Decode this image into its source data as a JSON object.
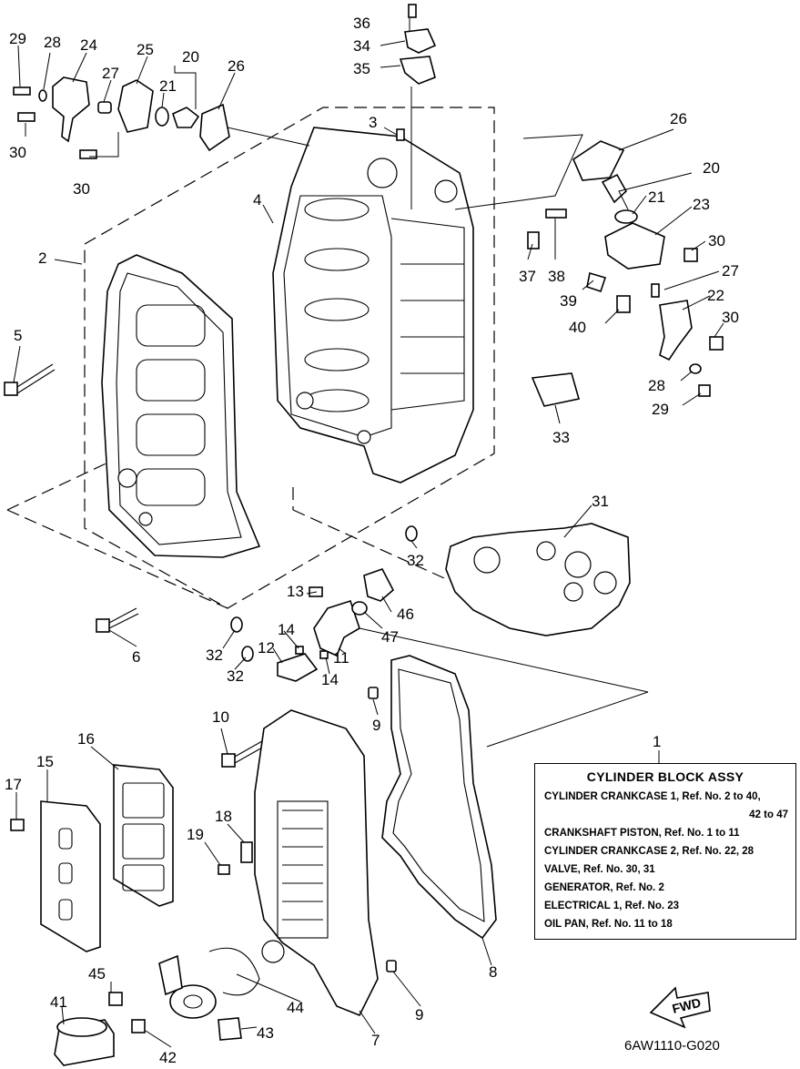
{
  "callouts": [
    {
      "id": "c29a",
      "text": "29"
    },
    {
      "id": "c28a",
      "text": "28"
    },
    {
      "id": "c24",
      "text": "24"
    },
    {
      "id": "c25",
      "text": "25"
    },
    {
      "id": "c20a",
      "text": "20"
    },
    {
      "id": "c21a",
      "text": "21"
    },
    {
      "id": "c27a",
      "text": "27"
    },
    {
      "id": "c26a",
      "text": "26"
    },
    {
      "id": "c30a",
      "text": "30"
    },
    {
      "id": "c30b",
      "text": "30"
    },
    {
      "id": "c36",
      "text": "36"
    },
    {
      "id": "c34",
      "text": "34"
    },
    {
      "id": "c35",
      "text": "35"
    },
    {
      "id": "c3",
      "text": "3"
    },
    {
      "id": "c26b",
      "text": "26"
    },
    {
      "id": "c20b",
      "text": "20"
    },
    {
      "id": "c21b",
      "text": "21"
    },
    {
      "id": "c23",
      "text": "23"
    },
    {
      "id": "c4",
      "text": "4"
    },
    {
      "id": "c2",
      "text": "2"
    },
    {
      "id": "c30c",
      "text": "30"
    },
    {
      "id": "c37",
      "text": "37"
    },
    {
      "id": "c38",
      "text": "38"
    },
    {
      "id": "c27b",
      "text": "27"
    },
    {
      "id": "c39",
      "text": "39"
    },
    {
      "id": "c22",
      "text": "22"
    },
    {
      "id": "c40",
      "text": "40"
    },
    {
      "id": "c30d",
      "text": "30"
    },
    {
      "id": "c5",
      "text": "5"
    },
    {
      "id": "c28b",
      "text": "28"
    },
    {
      "id": "c29b",
      "text": "29"
    },
    {
      "id": "c33",
      "text": "33"
    },
    {
      "id": "c31",
      "text": "31"
    },
    {
      "id": "c32a",
      "text": "32"
    },
    {
      "id": "c13",
      "text": "13"
    },
    {
      "id": "c46",
      "text": "46"
    },
    {
      "id": "c47",
      "text": "47"
    },
    {
      "id": "c6",
      "text": "6"
    },
    {
      "id": "c14a",
      "text": "14"
    },
    {
      "id": "c32b",
      "text": "32"
    },
    {
      "id": "c12",
      "text": "12"
    },
    {
      "id": "c11",
      "text": "11"
    },
    {
      "id": "c32c",
      "text": "32"
    },
    {
      "id": "c14b",
      "text": "14"
    },
    {
      "id": "c9a",
      "text": "9"
    },
    {
      "id": "c10",
      "text": "10"
    },
    {
      "id": "c1",
      "text": "1"
    },
    {
      "id": "c16",
      "text": "16"
    },
    {
      "id": "c15",
      "text": "15"
    },
    {
      "id": "c17",
      "text": "17"
    },
    {
      "id": "c18",
      "text": "18"
    },
    {
      "id": "c19",
      "text": "19"
    },
    {
      "id": "c8",
      "text": "8"
    },
    {
      "id": "c45",
      "text": "45"
    },
    {
      "id": "c44",
      "text": "44"
    },
    {
      "id": "c41",
      "text": "41"
    },
    {
      "id": "c9b",
      "text": "9"
    },
    {
      "id": "c43",
      "text": "43"
    },
    {
      "id": "c7",
      "text": "7"
    },
    {
      "id": "c42",
      "text": "42"
    }
  ],
  "legend": {
    "title": "CYLINDER BLOCK ASSY",
    "rows": [
      "CYLINDER CRANKCASE 1, Ref. No. 2 to 40,",
      "42 to 47",
      "CRANKSHAFT PISTON, Ref. No. 1 to 11",
      "CYLINDER CRANKCASE 2, Ref. No. 22, 28",
      "VALVE, Ref. No. 30, 31",
      "GENERATOR, Ref. No. 2",
      "ELECTRICAL 1, Ref. No. 23",
      "OIL PAN, Ref. No. 11 to 18"
    ]
  },
  "fwd_label": "FWD",
  "drawing_code": "6AW1110-G020"
}
